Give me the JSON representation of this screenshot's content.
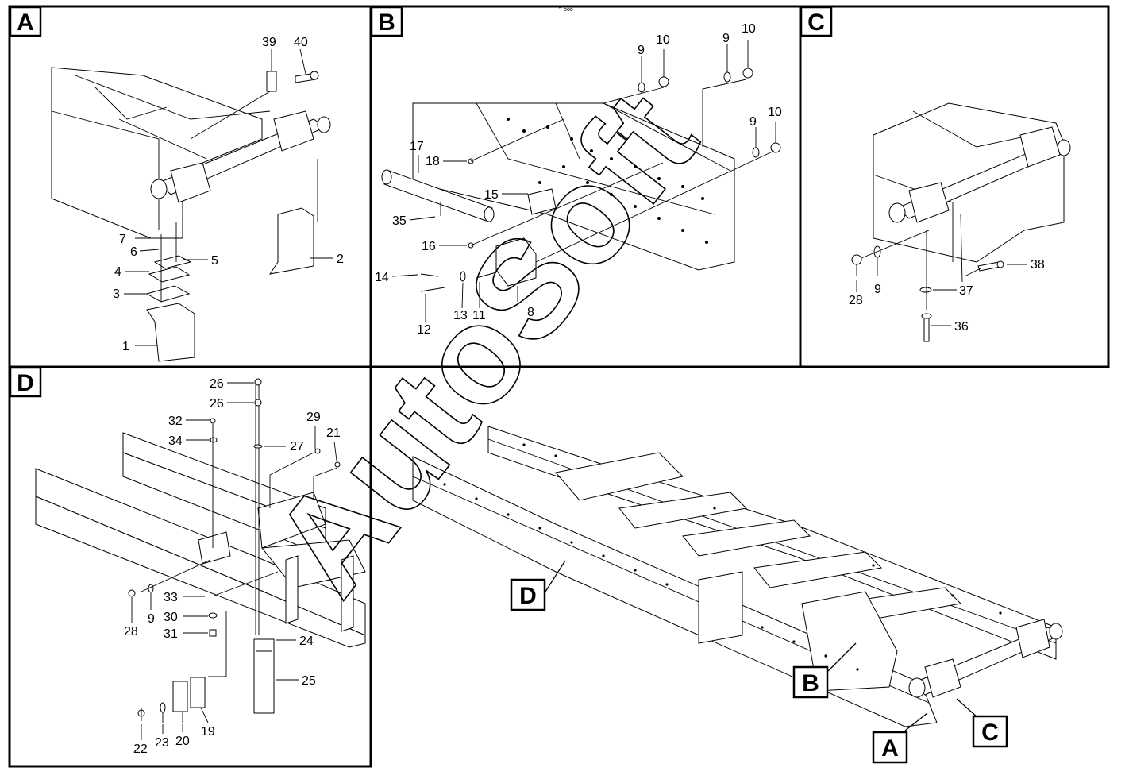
{
  "watermark": "AutoSoft",
  "header_mark": "⌃ ooo",
  "panels": [
    {
      "id": "A",
      "letter": "A",
      "labels": [
        "39",
        "40",
        "7",
        "6",
        "5",
        "4",
        "3",
        "2",
        "1"
      ]
    },
    {
      "id": "B",
      "letter": "B",
      "labels": [
        "9",
        "10",
        "9",
        "10",
        "9",
        "10",
        "17",
        "18",
        "15",
        "35",
        "16",
        "14",
        "13",
        "11",
        "12",
        "8"
      ]
    },
    {
      "id": "C",
      "letter": "C",
      "labels": [
        "28",
        "9",
        "37",
        "38",
        "36"
      ]
    },
    {
      "id": "D",
      "letter": "D",
      "labels": [
        "26",
        "26",
        "32",
        "34",
        "29",
        "21",
        "27",
        "28",
        "9",
        "33",
        "30",
        "31",
        "24",
        "25",
        "22",
        "23",
        "20",
        "19"
      ]
    }
  ],
  "overview_callouts": [
    "D",
    "B",
    "A",
    "C"
  ],
  "icons": {
    "panel_letter": "boxed-letter-icon",
    "fastener": "bolt-icon",
    "washer": "washer-icon"
  },
  "colors": {
    "ink": "#000000",
    "paper": "#ffffff",
    "hatch": "#d9d9d9"
  }
}
